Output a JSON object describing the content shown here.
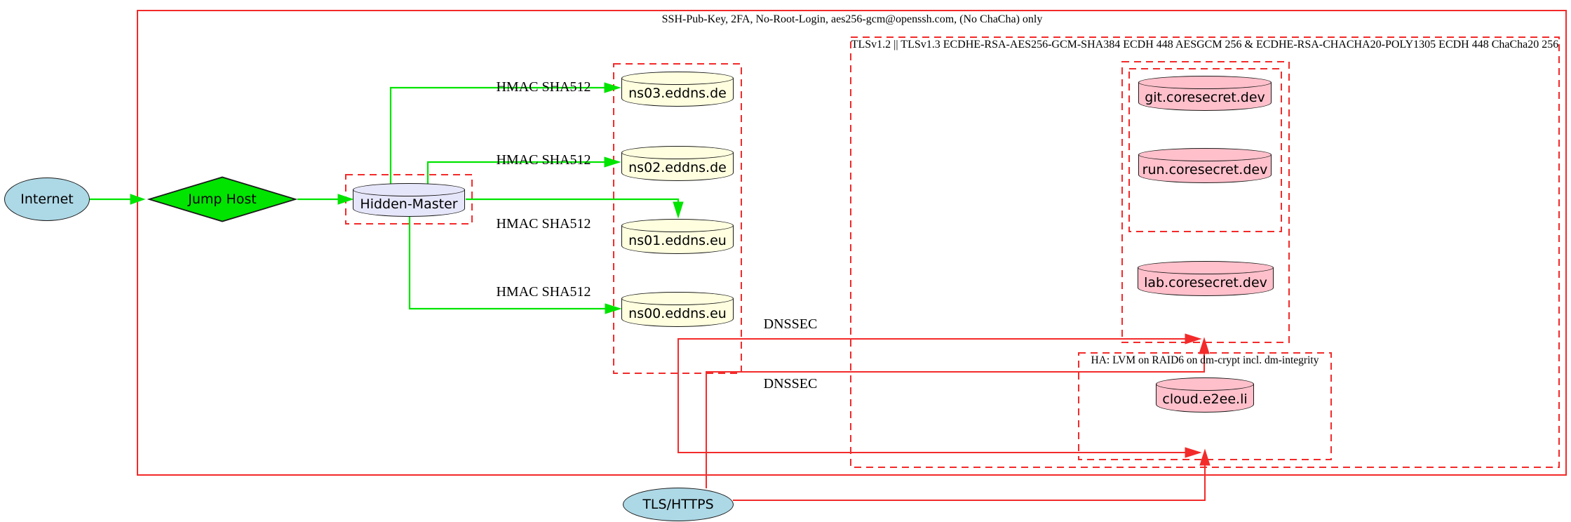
{
  "colors": {
    "red": "#f32a2a",
    "green": "#00e400",
    "stroke": "#1a1a1a",
    "text": "#000000",
    "lightblue": "#add8e6",
    "lightyellow": "#ffffe0",
    "pink": "#ffc0cb",
    "lavender": "#e6e6fa"
  },
  "clusters": {
    "ssh": {
      "label": "SSH-Pub-Key, 2FA, No-Root-Login, aes256-gcm@openssh.com, (No ChaCha) only"
    },
    "tls": {
      "label": "TLSv1.2 || TLSv1.3 ECDHE-RSA-AES256-GCM-SHA384 ECDH 448 AESGCM 256 & ECDHE-RSA-CHACHA20-POLY1305 ECDH 448 ChaCha20 256"
    },
    "ha": {
      "label": "HA: LVM on RAID6 on dm-crypt incl. dm-integrity"
    }
  },
  "nodes": {
    "internet": {
      "label": "Internet",
      "shape": "ellipse",
      "fill": "#add8e6"
    },
    "jump_host": {
      "label": "Jump Host",
      "shape": "diamond",
      "fill": "#00e400"
    },
    "hidden_master": {
      "label": "Hidden-Master",
      "shape": "cylinder",
      "fill": "#e6e6fa"
    },
    "ns03": {
      "label": "ns03.eddns.de",
      "shape": "cylinder",
      "fill": "#ffffe0"
    },
    "ns02": {
      "label": "ns02.eddns.de",
      "shape": "cylinder",
      "fill": "#ffffe0"
    },
    "ns01": {
      "label": "ns01.eddns.eu",
      "shape": "cylinder",
      "fill": "#ffffe0"
    },
    "ns00": {
      "label": "ns00.eddns.eu",
      "shape": "cylinder",
      "fill": "#ffffe0"
    },
    "git": {
      "label": "git.coresecret.dev",
      "shape": "cylinder",
      "fill": "#ffc0cb"
    },
    "run": {
      "label": "run.coresecret.dev",
      "shape": "cylinder",
      "fill": "#ffc0cb"
    },
    "lab": {
      "label": "lab.coresecret.dev",
      "shape": "cylinder",
      "fill": "#ffc0cb"
    },
    "cloud": {
      "label": "cloud.e2ee.li",
      "shape": "cylinder",
      "fill": "#ffc0cb"
    },
    "tls_https": {
      "label": "TLS/HTTPS",
      "shape": "ellipse",
      "fill": "#add8e6"
    }
  },
  "edges": {
    "hmac_labels": [
      "HMAC SHA512",
      "HMAC SHA512",
      "HMAC SHA512",
      "HMAC SHA512"
    ],
    "dnssec_labels": [
      "DNSSEC",
      "DNSSEC"
    ]
  }
}
